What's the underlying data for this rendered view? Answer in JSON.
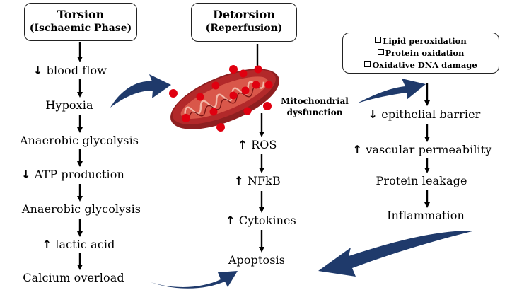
{
  "ischaemic": {
    "title": "Torsion",
    "subtitle": "(Ischaemic Phase)",
    "steps": [
      {
        "prefix": "↓",
        "text": " blood flow"
      },
      {
        "prefix": "",
        "text": "Hypoxia"
      },
      {
        "prefix": "",
        "text": "Anaerobic glycolysis"
      },
      {
        "prefix": "↓",
        "text": " ATP production"
      },
      {
        "prefix": "",
        "text": "Anaerobic glycolysis"
      },
      {
        "prefix": "↑",
        "text": " lactic  acid"
      },
      {
        "prefix": "",
        "text": "Calcium overload"
      }
    ]
  },
  "reperfusion": {
    "title": "Detorsion",
    "subtitle": "(Reperfusion)",
    "steps": [
      {
        "prefix": "↑",
        "text": " ROS"
      },
      {
        "prefix": "↑",
        "text": " NFkB"
      },
      {
        "prefix": "↑",
        "text": " Cytokines"
      },
      {
        "prefix": "",
        "text": "Apoptosis"
      }
    ]
  },
  "mitochondria": {
    "label_line1": "Mitochondrial",
    "label_line2": "dysfunction"
  },
  "oxidative": {
    "items": [
      "Lipid peroxidation",
      "Protein oxidation",
      "Oxidative DNA damage"
    ]
  },
  "barrier": {
    "steps": [
      {
        "prefix": "↓",
        "text": " epithelial barrier"
      },
      {
        "prefix": "↑",
        "text": " vascular permeability"
      },
      {
        "prefix": "",
        "text": "Protein leakage"
      },
      {
        "prefix": "",
        "text": "Inflammation"
      }
    ]
  },
  "colors": {
    "curved_arrow": "#1f3a6b",
    "mito_outer": "#b2292a",
    "mito_inner": "#d94a3c",
    "ros_dot": "#e00010"
  }
}
